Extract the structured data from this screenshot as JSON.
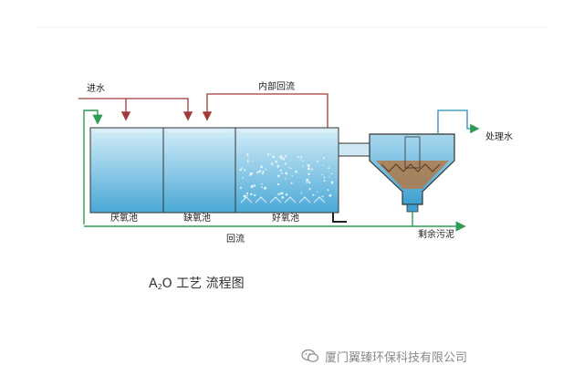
{
  "labels": {
    "inflow": "进水",
    "internal_reflux": "内部回流",
    "treated_water": "处理水",
    "anaerobic_tank": "厌氧池",
    "anoxic_tank": "缺氧池",
    "aerobic_tank": "好氧池",
    "reflux": "回流",
    "excess_sludge": "剩余污泥"
  },
  "title": {
    "a": "A",
    "sub": "2",
    "rest": "O 工艺 流程图"
  },
  "watermark": {
    "text": "厦门翼臻环保科技有限公司"
  },
  "colors": {
    "water_top": "#bfe3f3",
    "water_bottom": "#5db4dc",
    "sludge": "#b07a4a",
    "pipe_green": "#2e9a55",
    "pipe_red": "#a13a3a",
    "outline": "#333333"
  }
}
